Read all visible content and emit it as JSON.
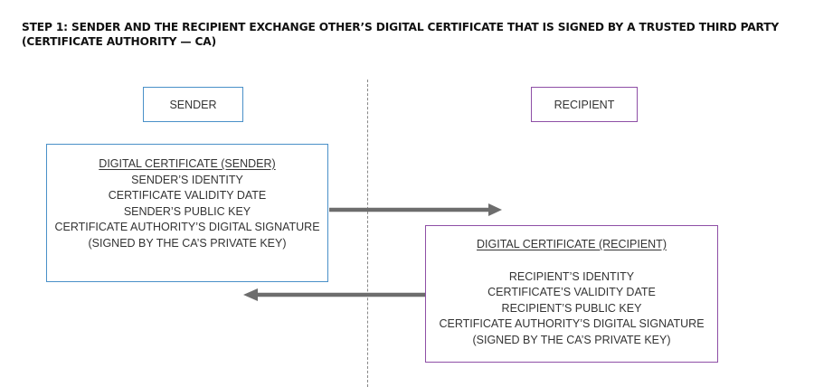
{
  "title": "STEP 1: SENDER AND THE RECIPIENT EXCHANGE OTHER’S DIGITAL CERTIFICATE THAT IS SIGNED BY A TRUSTED THIRD PARTY (CERTIFICATE AUTHORITY — CA)",
  "parties": {
    "sender_label": "SENDER",
    "recipient_label": "RECIPIENT"
  },
  "sender_certificate": {
    "title": "DIGITAL CERTIFICATE (SENDER)",
    "lines": [
      "SENDER’S IDENTITY",
      "CERTIFICATE VALIDITY DATE",
      "SENDER’S PUBLIC KEY",
      "CERTIFICATE AUTHORITY’S  DIGITAL SIGNATURE",
      "(SIGNED BY THE CA’S PRIVATE KEY)"
    ]
  },
  "recipient_certificate": {
    "title": "DIGITAL CERTIFICATE (RECIPIENT)",
    "lines": [
      "RECIPIENT’S IDENTITY",
      "CERTIFICATE’S VALIDITY DATE",
      "RECIPIENT’S  PUBLIC KEY",
      "CERTIFICATE AUTHORITY’S DIGITAL SIGNATURE",
      "(SIGNED BY THE CA’S PRIVATE KEY)"
    ]
  },
  "colors": {
    "sender_border": "#4a90c8",
    "recipient_border": "#8e4fa6",
    "arrow": "#6d6d6d",
    "divider": "#888888"
  }
}
